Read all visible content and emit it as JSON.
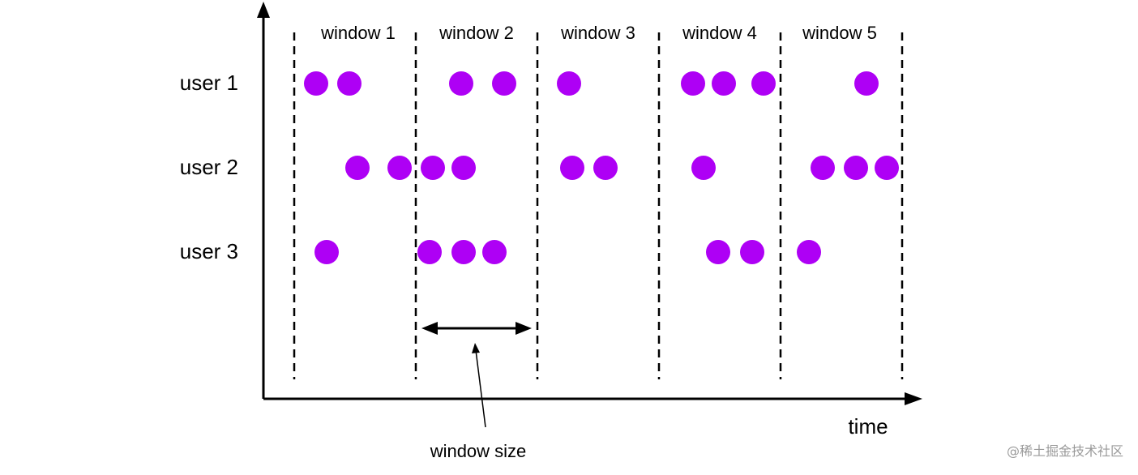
{
  "windows": [
    "window 1",
    "window 2",
    "window 3",
    "window 4",
    "window 5"
  ],
  "users": [
    {
      "label": "user 1",
      "events": 9
    },
    {
      "label": "user 2",
      "events": 10
    },
    {
      "label": "user 3",
      "events": 7
    }
  ],
  "x_axis_label": "time",
  "window_size_label": "window size",
  "watermark": "@稀土掘金技术社区",
  "colors": {
    "event": "#ae00f5",
    "line": "#000000"
  }
}
